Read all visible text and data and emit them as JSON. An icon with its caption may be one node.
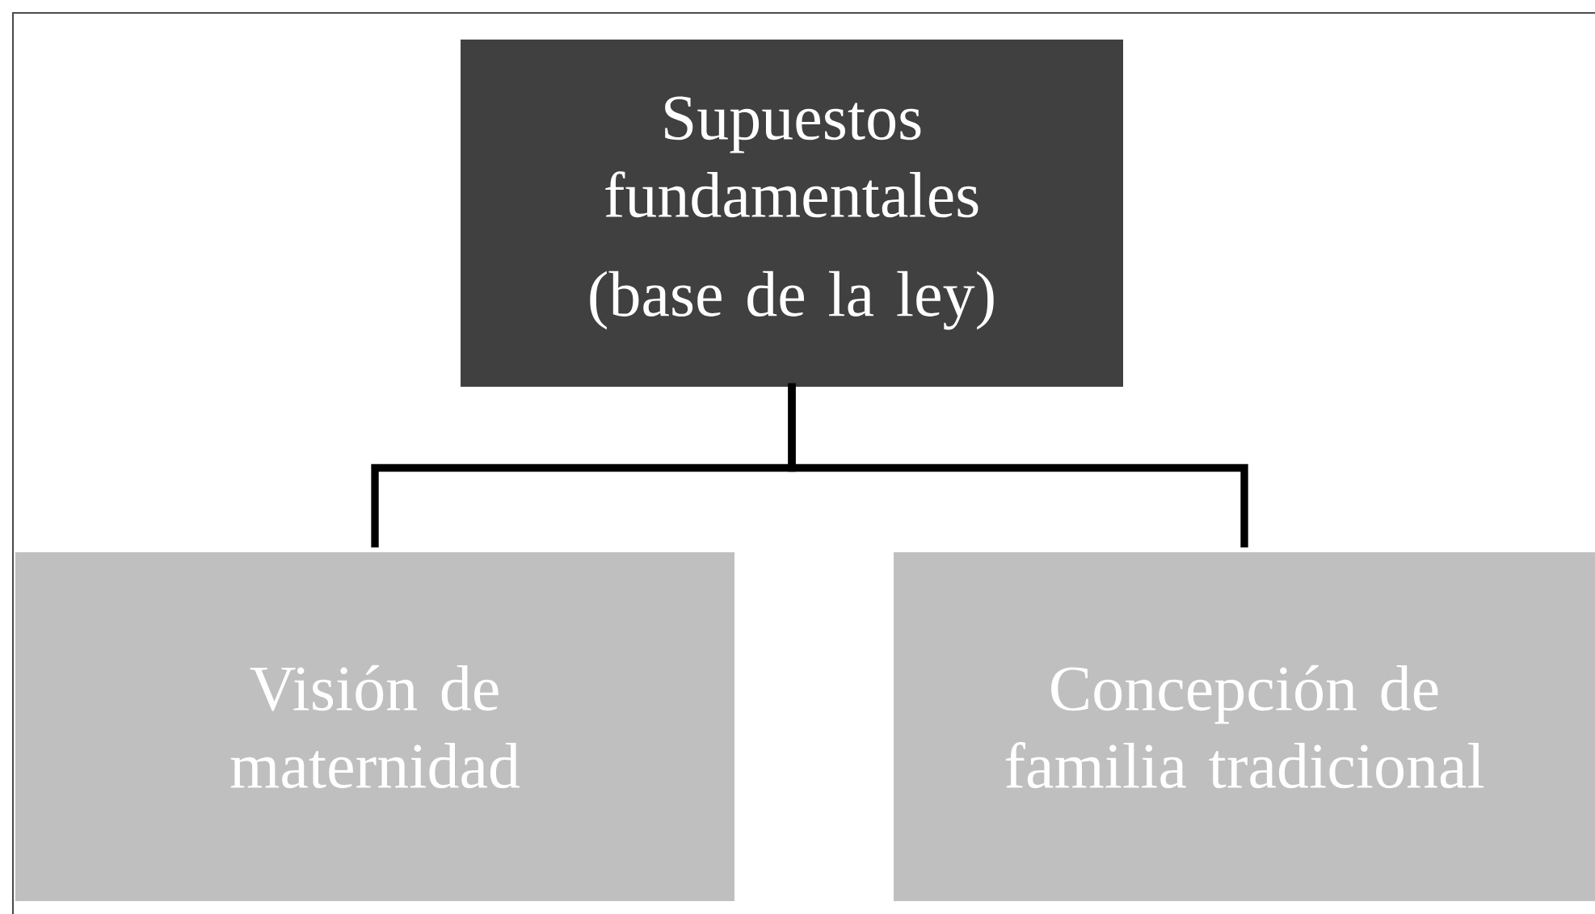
{
  "diagram": {
    "nodes": [
      {
        "text": [
          "Supuestos fundamentales",
          "(base de la ley)"
        ]
      },
      {
        "text": [
          "Visión de maternidad"
        ]
      },
      {
        "text": [
          "Concepción de familia tradicional"
        ]
      }
    ],
    "edges": [
      {
        "from": 0,
        "to": 1,
        "arrow": "none"
      },
      {
        "from": 0,
        "to": 2,
        "arrow": "none"
      }
    ]
  }
}
